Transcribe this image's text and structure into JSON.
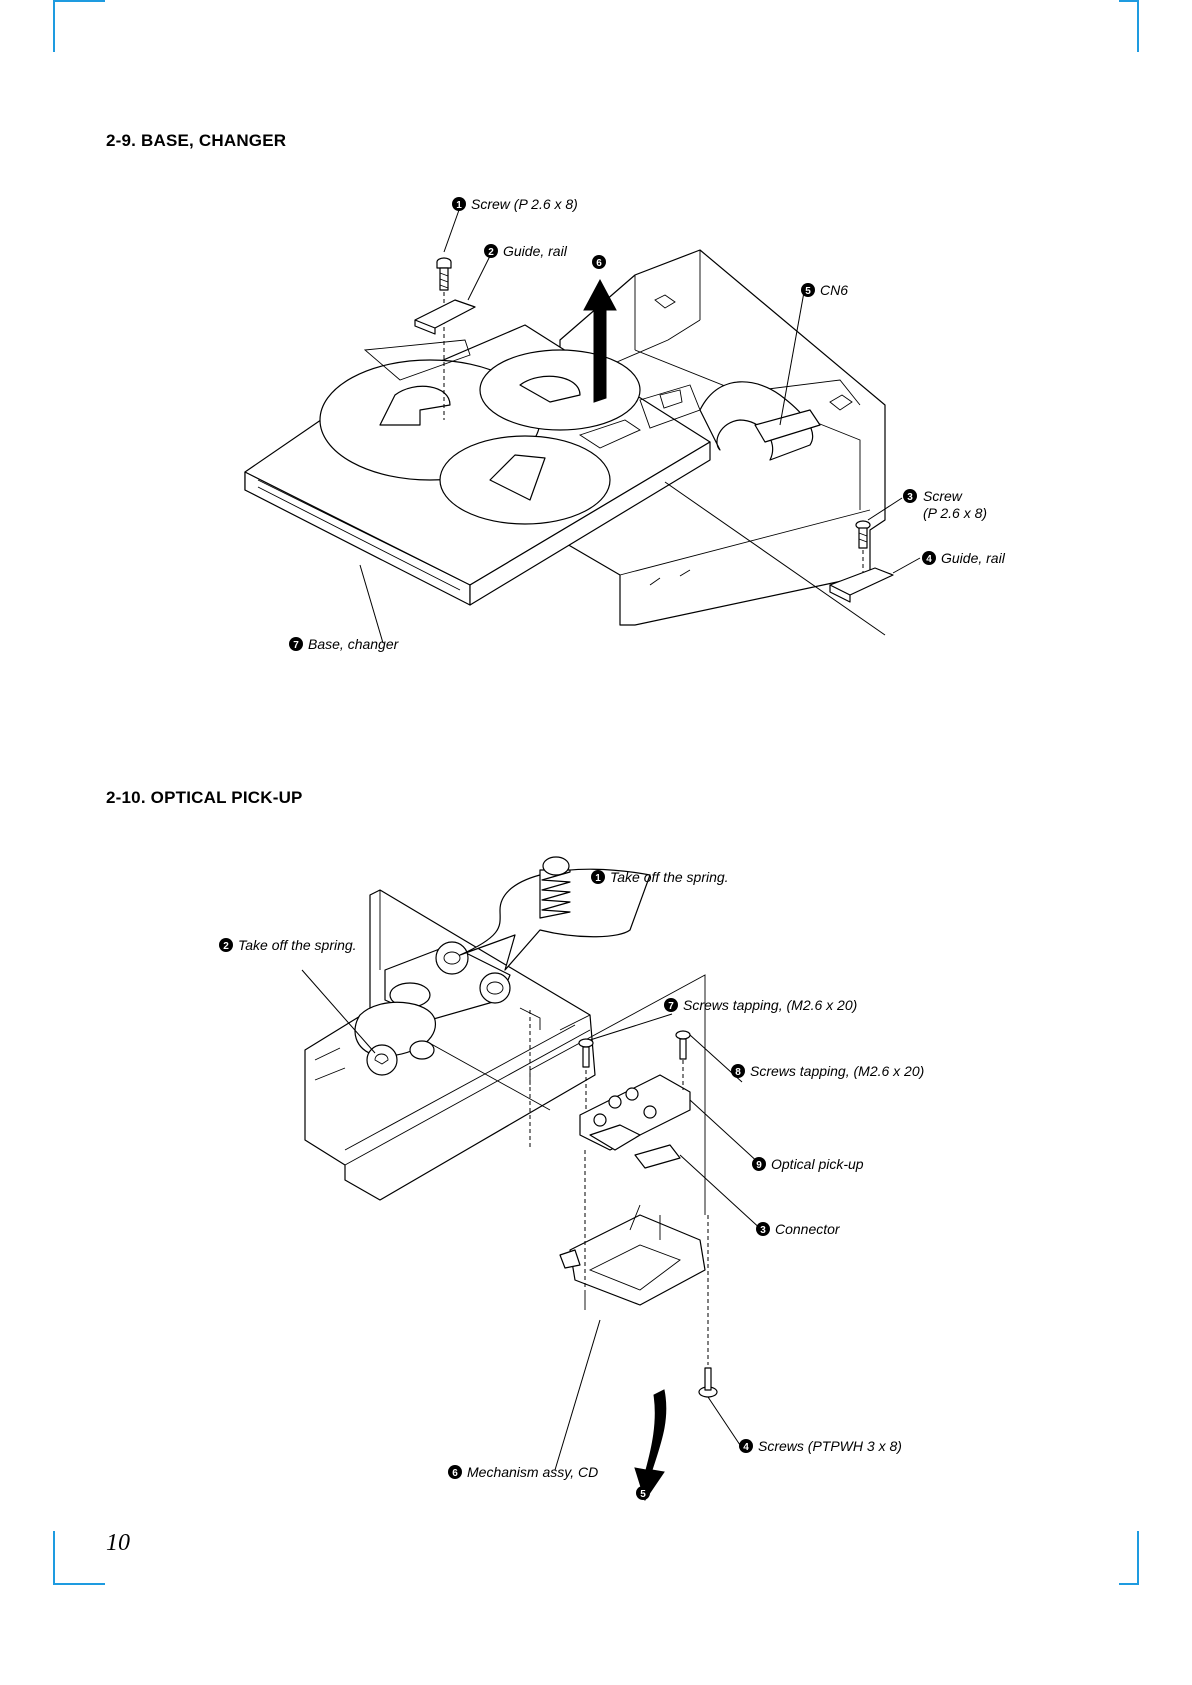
{
  "page_number": "10",
  "sections": [
    {
      "heading": "2-9. BASE, CHANGER",
      "callouts": [
        {
          "num": "1",
          "text": "Screw (P 2.6 x 8)"
        },
        {
          "num": "2",
          "text": "Guide, rail"
        },
        {
          "num": "3",
          "text": "Screw",
          "text2": "(P 2.6 x 8)"
        },
        {
          "num": "4",
          "text": "Guide, rail"
        },
        {
          "num": "5",
          "text": "CN6"
        },
        {
          "num": "6",
          "text": ""
        },
        {
          "num": "7",
          "text": "Base, changer"
        }
      ]
    },
    {
      "heading": "2-10. OPTICAL PICK-UP",
      "callouts": [
        {
          "num": "1",
          "text": "Take off the spring."
        },
        {
          "num": "2",
          "text": "Take off the spring."
        },
        {
          "num": "3",
          "text": "Connector"
        },
        {
          "num": "4",
          "text": "Screws (PTPWH 3 x 8)"
        },
        {
          "num": "5",
          "text": ""
        },
        {
          "num": "6",
          "text": "Mechanism assy, CD"
        },
        {
          "num": "7",
          "text": "Screws tapping, (M2.6 x 20)"
        },
        {
          "num": "8",
          "text": "Screws tapping, (M2.6 x 20)"
        },
        {
          "num": "9",
          "text": "Optical pick-up"
        }
      ]
    }
  ],
  "colors": {
    "crop_marks": "#1e9be0",
    "ink": "#000000"
  }
}
